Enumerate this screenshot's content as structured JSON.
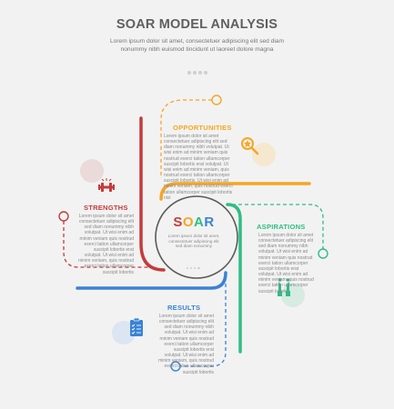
{
  "header": {
    "title": "SOAR MODEL ANALYSIS",
    "subtitle": "Lorem ipsum dolor sit amet, consectetuer adipiscing elit sed diam nonummy nibh euismod tincidunt ut laoreet dolore magna"
  },
  "center": {
    "letters": [
      "S",
      "O",
      "A",
      "R"
    ],
    "letter_colors": [
      "#c73a3a",
      "#f5a623",
      "#2ebd85",
      "#3a82d6"
    ],
    "body": "Lorem ipsum dolor sit amet, consectetuer adipiscing elit sed diam nonummy"
  },
  "sections": {
    "opportunities": {
      "heading": "OPPORTUNITIES",
      "color": "#f5a623",
      "icon": "magnifier-star-icon",
      "body": "Lorem ipsum dolor sit amet consectetuer adipiscing elit sed diam nonummy nibh volutpat. Ut wisi enim ad minim veniam quis nostrud exerci tation ullamcorper suscipit lobortis erat volutpat. Ut wisi enim ad minim veniam, quis nostrud exerci tation ullamcorper suscipit lobortis. Ut wisi enim ad minim veniam, quis nostrud exerci tation ullamcorper suscipit lobortis nisl"
    },
    "strengths": {
      "heading": "STRENGTHS",
      "color": "#c73a3a",
      "icon": "dumbbell-icon",
      "body": "Lorem ipsum dolor sit amet consectetuer adipiscing elit sed diam nonummy nibh volutpat. Ut wisi enim ad minim veniam quis nostrud exerci tation ullamcorper suscipit lobortis erat volutpat. Ut wisi enim ad minim veniam, quis nostrud exerci tation ullamcorper suscipit lobortis"
    },
    "aspirations": {
      "heading": "ASPIRATIONS",
      "color": "#2ebd85",
      "icon": "raised-hands-icon",
      "body": "Lorem ipsum dolor sit amet consectetuer adipiscing elit sed diam nonummy nibh volutpat. Ut wisi enim ad minim veniam quis nostrud exerci tation ullamcorper suscipit lobortis erat volutpat. Ut wisi enim ad minim veniam, quis nostrud exerci tation ullamcorper suscipit lobortis"
    },
    "results": {
      "heading": "RESULTS",
      "color": "#3a82d6",
      "icon": "checklist-clipboard-icon",
      "body": "Lorem ipsum dolor sit amet consectetuer adipiscing elit sed diam nonummy nibh volutpat. Ut wisi enim ad minim veniam quis nostrud exerci tation ullamcorper suscipit lobortis erat volutpat. Ut wisi enim ad minim veniam, quis nostrud exerci tation ullamcorper suscipit lobortis"
    }
  }
}
